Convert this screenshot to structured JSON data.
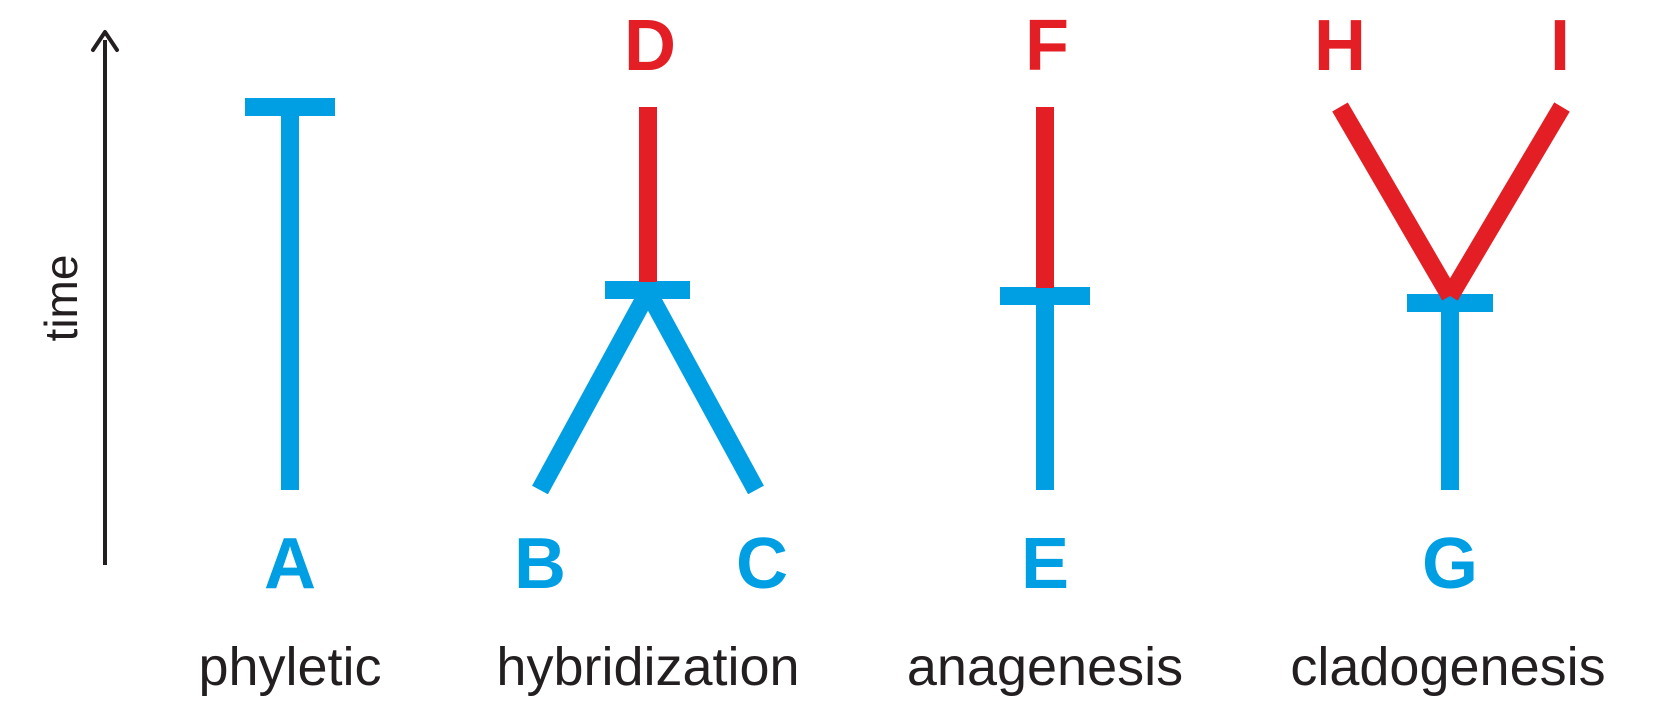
{
  "axis": {
    "label": "time"
  },
  "colors": {
    "ancestor": "#009fe3",
    "descendant": "#e31e24",
    "text": "#231f20"
  },
  "panels": {
    "phyletic": {
      "caption": "phyletic",
      "nodes": {
        "base": "A"
      }
    },
    "hybridization": {
      "caption": "hybridization",
      "nodes": {
        "parent_left": "B",
        "parent_right": "C",
        "hybrid": "D"
      }
    },
    "anagenesis": {
      "caption": "anagenesis",
      "nodes": {
        "ancestor": "E",
        "descendant": "F"
      }
    },
    "cladogenesis": {
      "caption": "cladogenesis",
      "nodes": {
        "ancestor": "G",
        "descendant_left": "H",
        "descendant_right": "I"
      }
    }
  }
}
